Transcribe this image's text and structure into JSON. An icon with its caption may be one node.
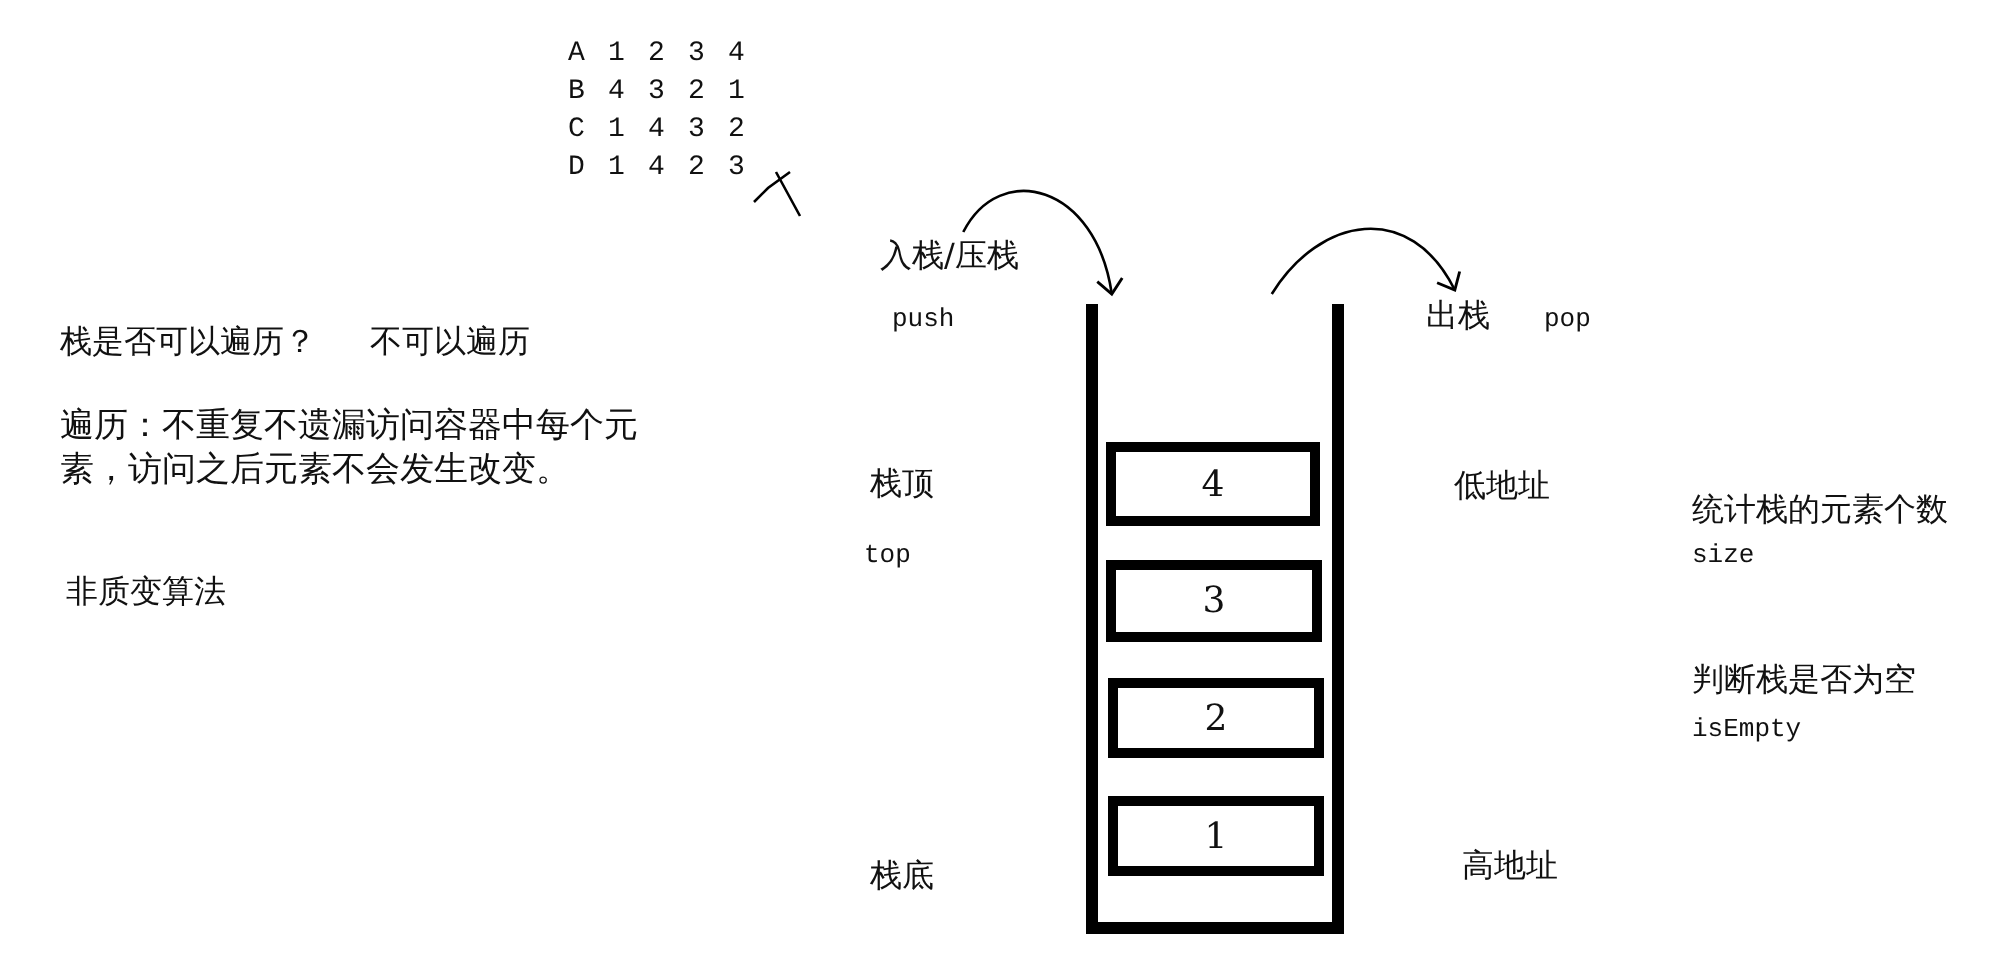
{
  "diagram": {
    "nodes": [
      {
        "text": [],
        "shape": "box"
      },
      {
        "text": [
          "4"
        ],
        "in": 0
      },
      {
        "text": [
          "3"
        ],
        "in": 0
      },
      {
        "text": [
          "2"
        ],
        "in": 0
      },
      {
        "text": [
          "1"
        ],
        "in": 0
      },
      {
        "text": [
          "入栈/压栈"
        ]
      },
      {
        "text": [
          "出栈"
        ]
      }
    ],
    "edges": [
      {
        "from": 5,
        "to": 0,
        "arrow": "to"
      },
      {
        "from": 0,
        "to": 6,
        "arrow": "to"
      }
    ],
    "labels": [
      "A 1 2 3 4",
      "B 4 3 2 1",
      "C 1 4 3 2",
      "D 1 4 2 3",
      "push",
      "pop",
      "栈是否可以遍历？",
      "不可以遍历",
      "遍历：不重复不遗漏访问容器中每个元素，访问之后元素不会发生改变。",
      "非质变算法",
      "栈顶",
      "top",
      "栈底",
      "低地址",
      "高地址",
      "统计栈的元素个数",
      "size",
      "判断栈是否为空",
      "isEmpty"
    ]
  }
}
